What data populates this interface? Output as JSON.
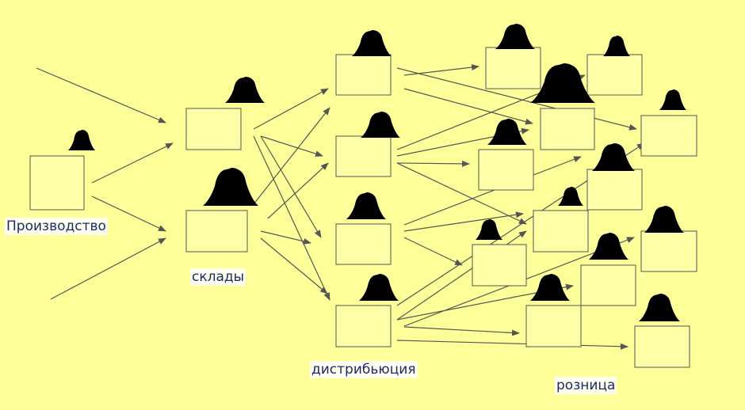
{
  "labels": {
    "production": "Производство",
    "warehouses": "склады",
    "distribution": "дистрибьюция",
    "retail": "розница"
  },
  "colors": {
    "background": "#ffff99",
    "box_fill": "#ffffa8",
    "box_stroke": "#555555",
    "arrow": "#555555",
    "bell": "#000000",
    "label_text": "#1f2a6b"
  },
  "node_icon": "bell-icon"
}
